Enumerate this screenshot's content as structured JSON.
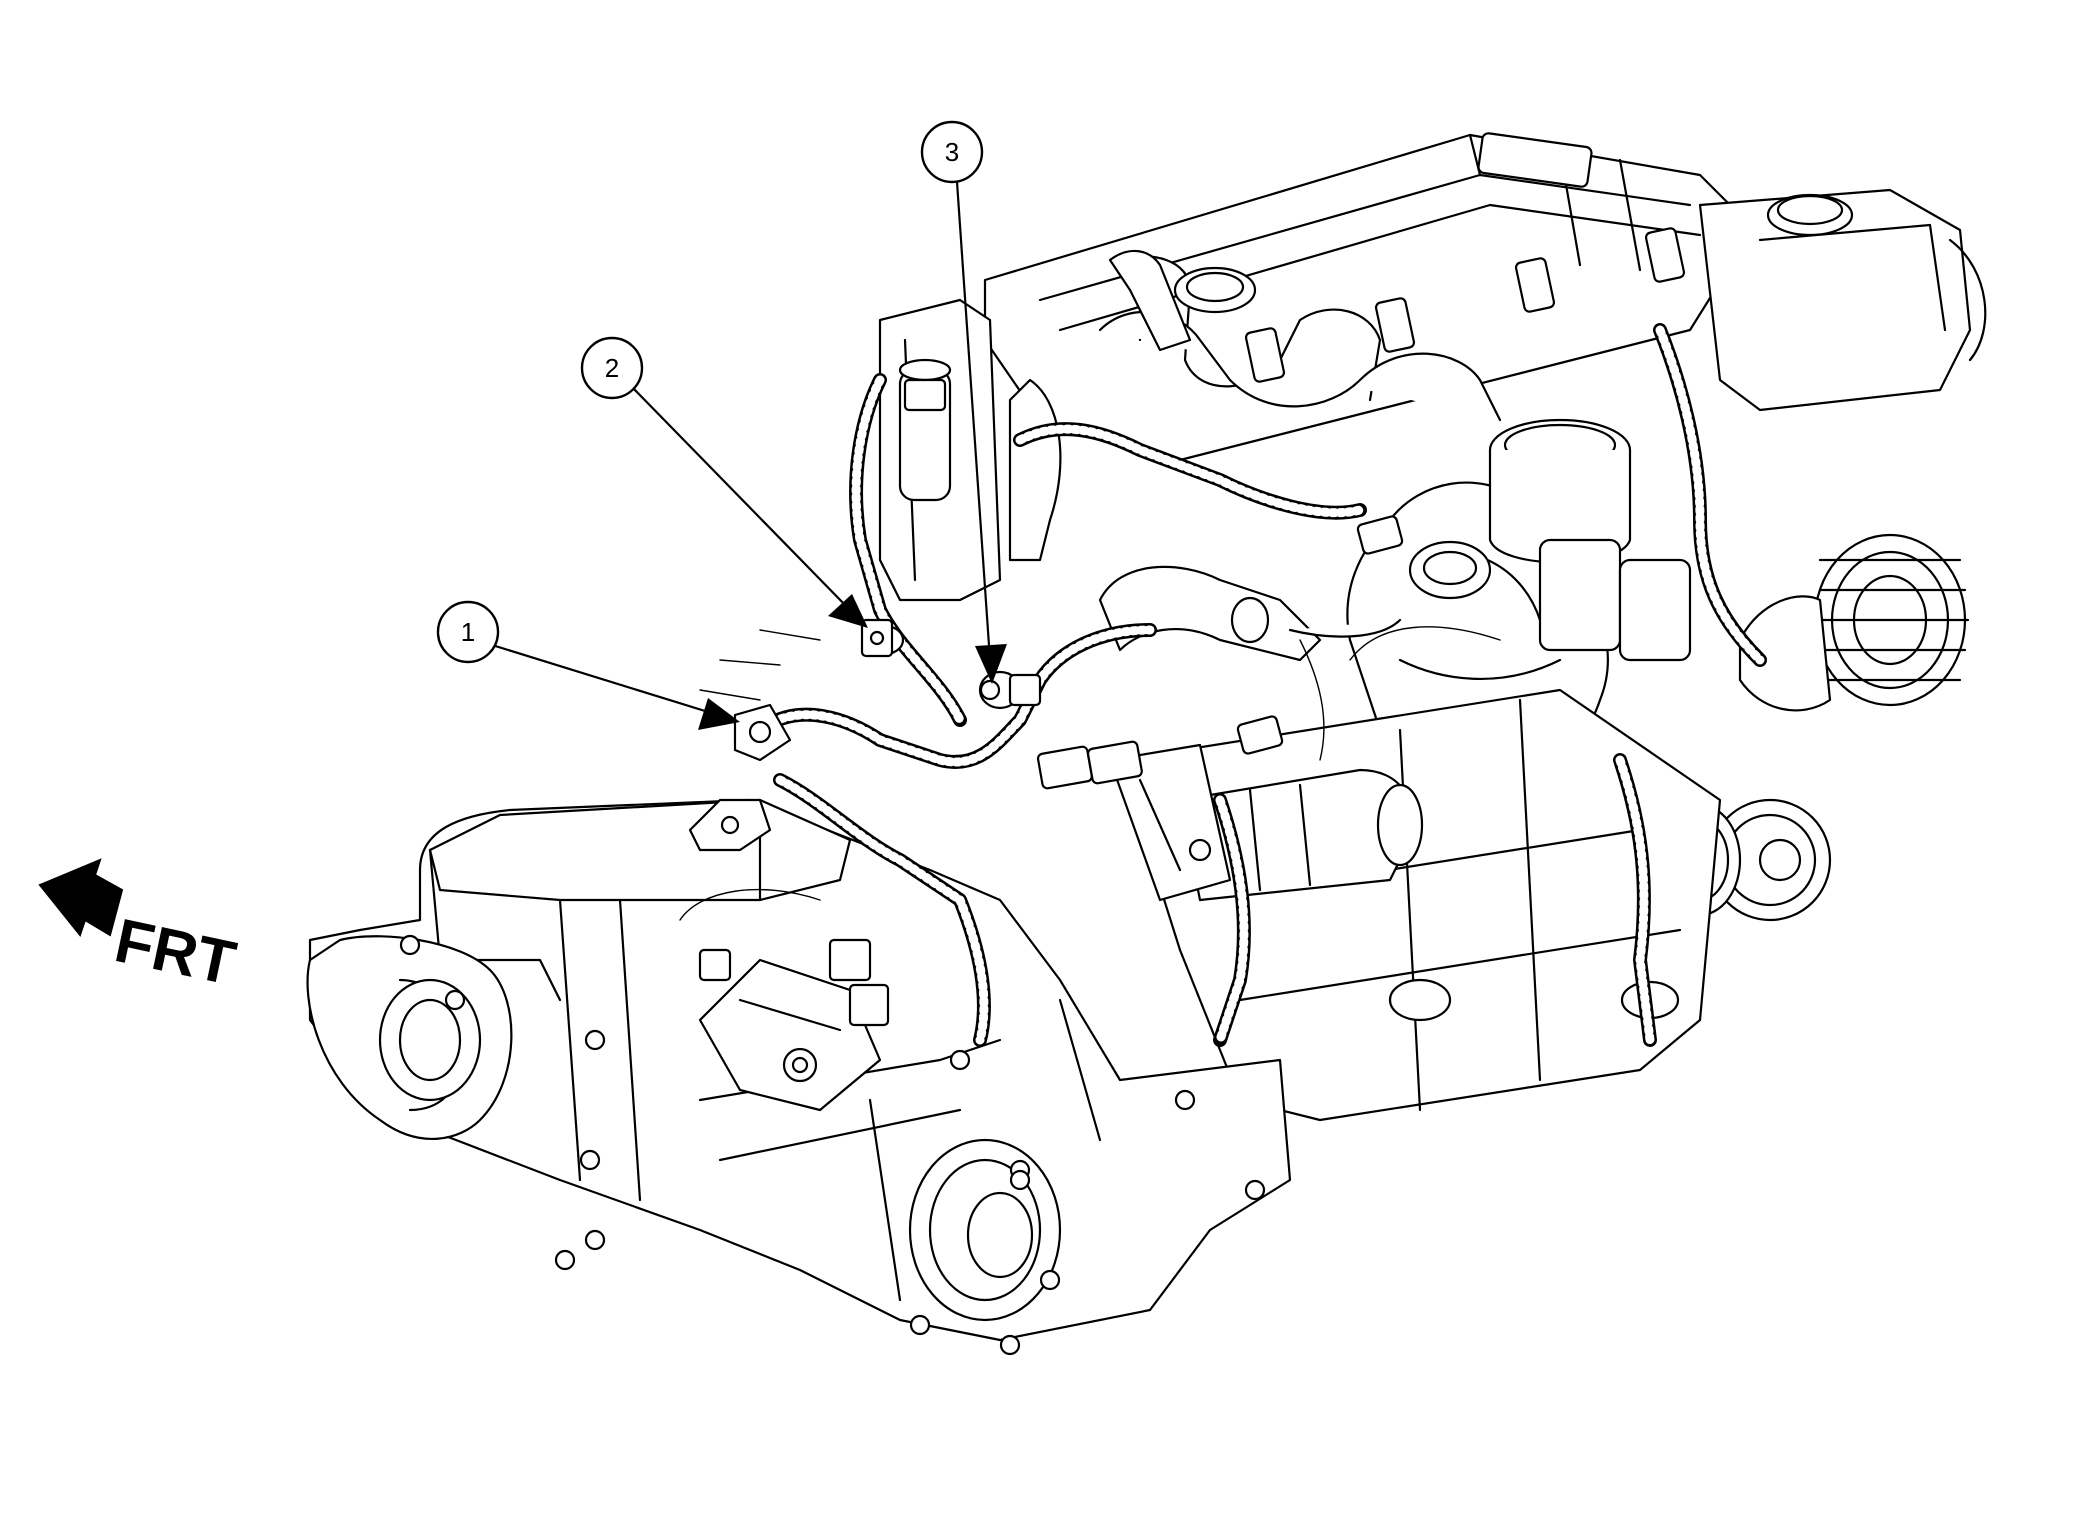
{
  "diagram": {
    "callouts": [
      {
        "label": "1"
      },
      {
        "label": "2"
      },
      {
        "label": "3"
      }
    ],
    "direction_label": "FRT",
    "icons": [
      "front-direction-arrow-icon"
    ]
  }
}
